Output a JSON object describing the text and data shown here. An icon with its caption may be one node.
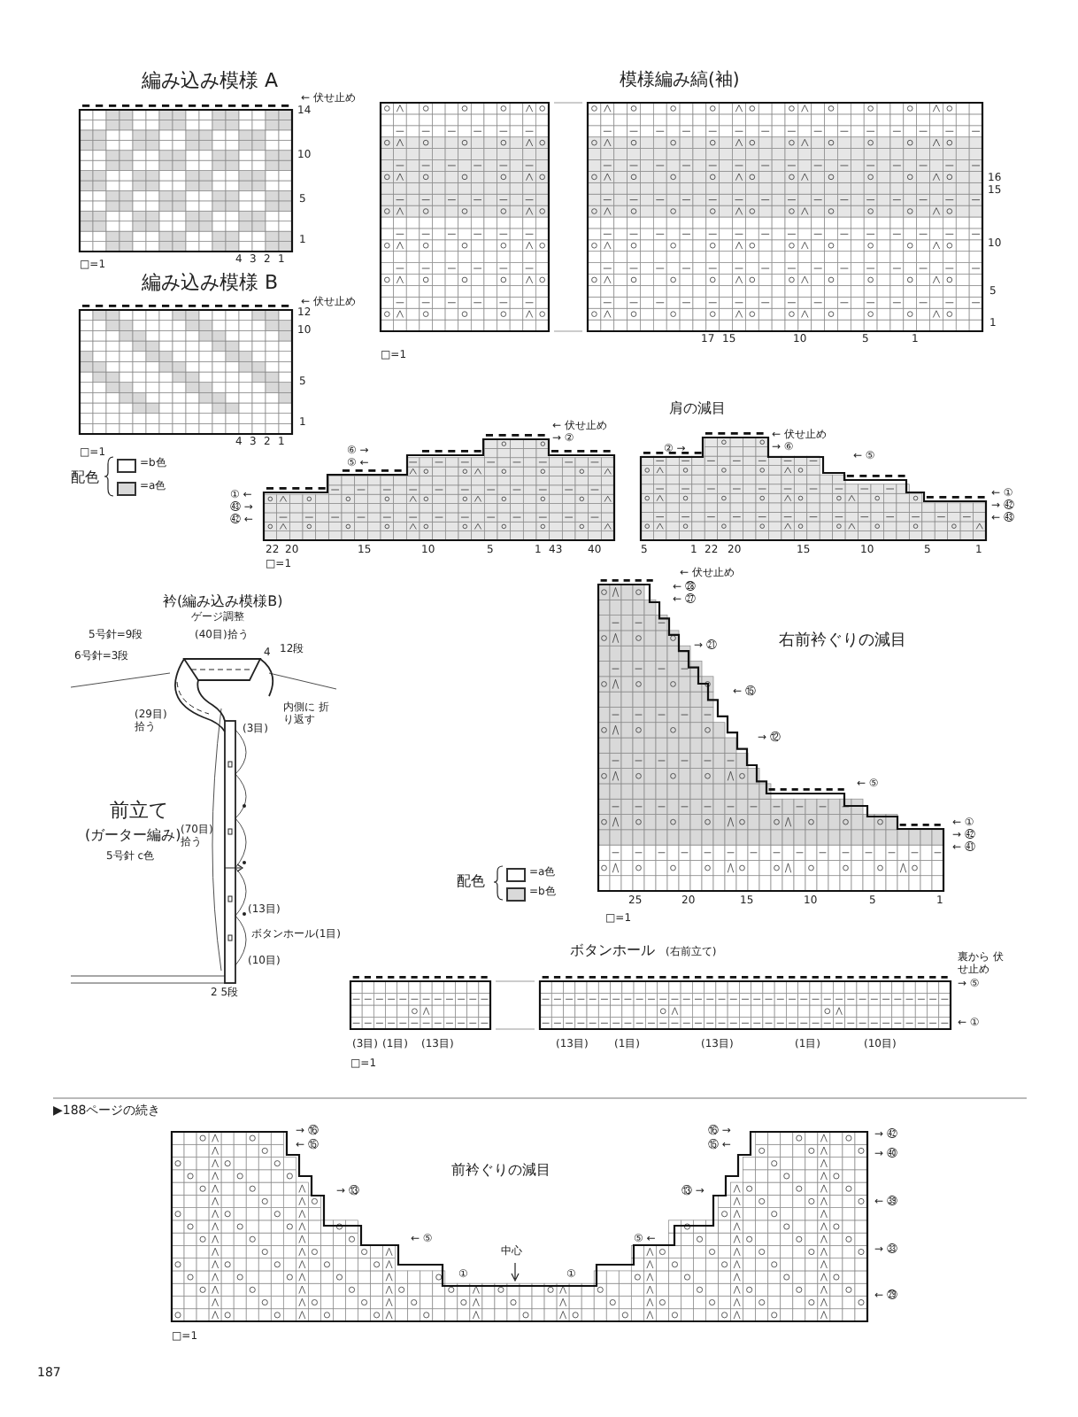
{
  "diagram": {
    "labels": [
      "編み込み模様 A",
      "← 伏せ止め",
      "14",
      "10",
      "5",
      "1",
      "4",
      "3",
      "2",
      "1",
      "□=1",
      "編み込み模様 B",
      "← 伏せ止め",
      "12",
      "10",
      "5",
      "1",
      "4",
      "3",
      "2",
      "1",
      "□=1",
      "配色",
      "模様編み縞(袖)",
      "16",
      "15",
      "10",
      "5",
      "1",
      "17",
      "15",
      "10",
      "5",
      "1",
      "□=1",
      "肩の減目",
      "⑥ →",
      "⑤ ←",
      "← 伏せ止め",
      "→ ②",
      "① ←",
      "㊸ →",
      "㊷ ←",
      "② →",
      "← 伏せ止め",
      "→ ⑥",
      "← ⑤",
      "← ①",
      "→ ㊷",
      "← ㊸",
      "22",
      "20",
      "15",
      "10",
      "5",
      "1",
      "43",
      "40",
      "5",
      "1",
      "22",
      "20",
      "15",
      "10",
      "5",
      "1",
      "□=1",
      "衿(編み込み模様B)",
      "ゲージ調整",
      "5号針=9段",
      "(40目)拾う",
      "6号針=3段",
      "4",
      "12段",
      "(29目) 拾う",
      "内側に 折り返す",
      "(3目)",
      "前立て",
      "(ガーター編み)",
      "5号針 c色",
      "(70目) 拾う",
      "(13目)",
      "ボタンホール(1目)",
      "(10目)",
      "2 5段",
      "← 伏せ止め",
      "← ㉘",
      "← ㉗",
      "右前衿ぐりの減目",
      "→ ㉑",
      "← ⑮",
      "→ ⑫",
      "← ⑤",
      "← ①",
      "→ ㊷",
      "← ㊶",
      "25",
      "20",
      "15",
      "10",
      "5",
      "1",
      "□=1",
      "配色",
      "ボタンホール",
      "(右前立て)",
      "裏から 伏せ止め",
      "→ ⑤",
      "← ①",
      "(3目)",
      "(1目)",
      "(13目)",
      "(13目)",
      "(1目)",
      "(13目)",
      "(1目)",
      "(10目)",
      "□=1",
      "▶188ページの続き",
      "→ ⑯",
      "← ⑮",
      "前衿ぐりの減目",
      "→ ⑬",
      "← ⑤",
      "中心",
      "①",
      "①",
      "⑤ ←",
      "⑬ →",
      "⑯ →",
      "⑮ ←",
      "→ ㊷",
      "→ ㊵",
      "← ㊴",
      "→ ㉝",
      "← ㉙",
      "□=1",
      "187"
    ],
    "legend": [
      {
        "text": "=b色",
        "color": "#ffffff"
      },
      {
        "text": "=a色",
        "color": "#d9d9d9"
      },
      {
        "text": "=a色",
        "color": "#ffffff"
      },
      {
        "text": "=b色",
        "color": "#d9d9d9"
      }
    ]
  }
}
